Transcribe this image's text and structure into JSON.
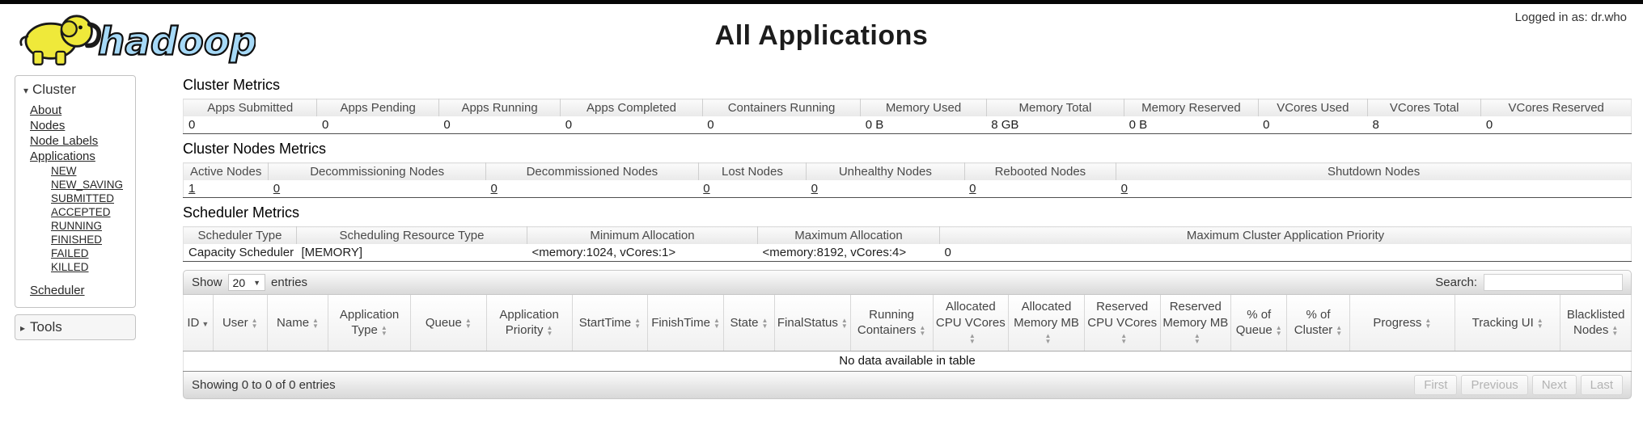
{
  "header": {
    "logo_text": "hadoop",
    "title": "All Applications",
    "logged_in": "Logged in as: dr.who"
  },
  "icons": {
    "collapse": "▾",
    "expand": "▸",
    "sort_desc": "▼",
    "sort_up": "▲",
    "sort_down": "▼",
    "select_arrow": "▼"
  },
  "sidebar": {
    "cluster_label": "Cluster",
    "items": [
      "About",
      "Nodes",
      "Node Labels",
      "Applications"
    ],
    "app_states": [
      "NEW",
      "NEW_SAVING",
      "SUBMITTED",
      "ACCEPTED",
      "RUNNING",
      "FINISHED",
      "FAILED",
      "KILLED"
    ],
    "scheduler_label": "Scheduler",
    "tools_label": "Tools"
  },
  "cluster_metrics": {
    "heading": "Cluster Metrics",
    "columns": [
      "Apps Submitted",
      "Apps Pending",
      "Apps Running",
      "Apps Completed",
      "Containers Running",
      "Memory Used",
      "Memory Total",
      "Memory Reserved",
      "VCores Used",
      "VCores Total",
      "VCores Reserved"
    ],
    "values": [
      "0",
      "0",
      "0",
      "0",
      "0",
      "0 B",
      "8 GB",
      "0 B",
      "0",
      "8",
      "0"
    ]
  },
  "cluster_nodes_metrics": {
    "heading": "Cluster Nodes Metrics",
    "columns": [
      "Active Nodes",
      "Decommissioning Nodes",
      "Decommissioned Nodes",
      "Lost Nodes",
      "Unhealthy Nodes",
      "Rebooted Nodes",
      "Shutdown Nodes"
    ],
    "values": [
      "1",
      "0",
      "0",
      "0",
      "0",
      "0",
      "0"
    ]
  },
  "scheduler_metrics": {
    "heading": "Scheduler Metrics",
    "columns": [
      "Scheduler Type",
      "Scheduling Resource Type",
      "Minimum Allocation",
      "Maximum Allocation",
      "Maximum Cluster Application Priority"
    ],
    "values": [
      "Capacity Scheduler",
      "[MEMORY]",
      "<memory:1024, vCores:1>",
      "<memory:8192, vCores:4>",
      "0"
    ]
  },
  "apps_table": {
    "show_label": "Show",
    "page_size": "20",
    "entries_label": "entries",
    "search_label": "Search:",
    "search_value": "",
    "columns": [
      {
        "label": "ID",
        "sort": "desc"
      },
      {
        "label": "User",
        "sort": "both"
      },
      {
        "label": "Name",
        "sort": "both"
      },
      {
        "label": "Application Type",
        "sort": "both"
      },
      {
        "label": "Queue",
        "sort": "both"
      },
      {
        "label": "Application Priority",
        "sort": "both"
      },
      {
        "label": "StartTime",
        "sort": "both"
      },
      {
        "label": "FinishTime",
        "sort": "both"
      },
      {
        "label": "State",
        "sort": "both"
      },
      {
        "label": "FinalStatus",
        "sort": "both"
      },
      {
        "label": "Running Containers",
        "sort": "both"
      },
      {
        "label": "Allocated CPU VCores",
        "sort": "both"
      },
      {
        "label": "Allocated Memory MB",
        "sort": "both"
      },
      {
        "label": "Reserved CPU VCores",
        "sort": "both"
      },
      {
        "label": "Reserved Memory MB",
        "sort": "both"
      },
      {
        "label": "% of Queue",
        "sort": "both"
      },
      {
        "label": "% of Cluster",
        "sort": "both"
      },
      {
        "label": "Progress",
        "sort": "both"
      },
      {
        "label": "Tracking UI",
        "sort": "both"
      },
      {
        "label": "Blacklisted Nodes",
        "sort": "both"
      }
    ],
    "empty_message": "No data available in table",
    "footer_status": "Showing 0 to 0 of 0 entries",
    "pagination": [
      "First",
      "Previous",
      "Next",
      "Last"
    ]
  }
}
